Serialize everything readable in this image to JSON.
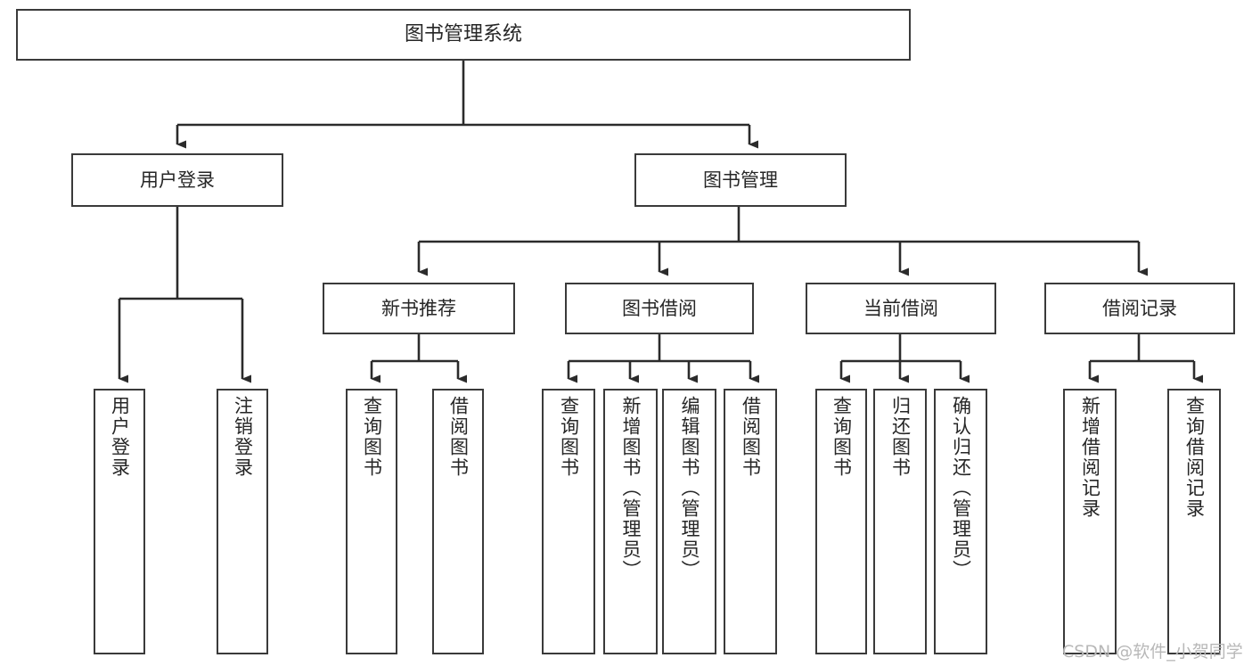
{
  "diagram": {
    "title": "图书管理系统",
    "type": "tree-hierarchy-chart",
    "watermark": "CSDN @软件_小贺同学",
    "colors": {
      "background": "#ffffff",
      "box_border": "#3a3a3a",
      "box_fill": "#ffffff",
      "text": "#262626",
      "connector": "#2b2b2b",
      "watermark": "#b8b8b8"
    },
    "root": {
      "label": "图书管理系统"
    },
    "level2": [
      {
        "label": "用户登录"
      },
      {
        "label": "图书管理"
      }
    ],
    "level3": [
      {
        "label": "新书推荐"
      },
      {
        "label": "图书借阅"
      },
      {
        "label": "当前借阅"
      },
      {
        "label": "借阅记录"
      }
    ],
    "leaves": {
      "user_login": [
        {
          "label": "用户登录"
        },
        {
          "label": "注销登录"
        }
      ],
      "new_book_recommend": [
        {
          "label": "查询图书"
        },
        {
          "label": "借阅图书"
        }
      ],
      "book_borrow": [
        {
          "label": "查询图书"
        },
        {
          "label": "新增图书（管理员）"
        },
        {
          "label": "编辑图书（管理员）"
        },
        {
          "label": "借阅图书"
        }
      ],
      "current_borrow": [
        {
          "label": "查询图书"
        },
        {
          "label": "归还图书"
        },
        {
          "label": "确认归还（管理员）"
        }
      ],
      "borrow_record": [
        {
          "label": "新增借阅记录"
        },
        {
          "label": "查询借阅记录"
        }
      ]
    }
  },
  "chart_data": {
    "type": "table",
    "title": "图书管理系统",
    "nodes": [
      {
        "id": "root",
        "label": "图书管理系统",
        "level": 0,
        "parent": null
      },
      {
        "id": "n1",
        "label": "用户登录",
        "level": 1,
        "parent": "root"
      },
      {
        "id": "n2",
        "label": "图书管理",
        "level": 1,
        "parent": "root"
      },
      {
        "id": "n1a",
        "label": "用户登录",
        "level": 2,
        "parent": "n1"
      },
      {
        "id": "n1b",
        "label": "注销登录",
        "level": 2,
        "parent": "n1"
      },
      {
        "id": "n21",
        "label": "新书推荐",
        "level": 2,
        "parent": "n2"
      },
      {
        "id": "n22",
        "label": "图书借阅",
        "level": 2,
        "parent": "n2"
      },
      {
        "id": "n23",
        "label": "当前借阅",
        "level": 2,
        "parent": "n2"
      },
      {
        "id": "n24",
        "label": "借阅记录",
        "level": 2,
        "parent": "n2"
      },
      {
        "id": "n21a",
        "label": "查询图书",
        "level": 3,
        "parent": "n21"
      },
      {
        "id": "n21b",
        "label": "借阅图书",
        "level": 3,
        "parent": "n21"
      },
      {
        "id": "n22a",
        "label": "查询图书",
        "level": 3,
        "parent": "n22"
      },
      {
        "id": "n22b",
        "label": "新增图书（管理员）",
        "level": 3,
        "parent": "n22"
      },
      {
        "id": "n22c",
        "label": "编辑图书（管理员）",
        "level": 3,
        "parent": "n22"
      },
      {
        "id": "n22d",
        "label": "借阅图书",
        "level": 3,
        "parent": "n22"
      },
      {
        "id": "n23a",
        "label": "查询图书",
        "level": 3,
        "parent": "n23"
      },
      {
        "id": "n23b",
        "label": "归还图书",
        "level": 3,
        "parent": "n23"
      },
      {
        "id": "n23c",
        "label": "确认归还（管理员）",
        "level": 3,
        "parent": "n23"
      },
      {
        "id": "n24a",
        "label": "新增借阅记录",
        "level": 3,
        "parent": "n24"
      },
      {
        "id": "n24b",
        "label": "查询借阅记录",
        "level": 3,
        "parent": "n24"
      }
    ]
  }
}
